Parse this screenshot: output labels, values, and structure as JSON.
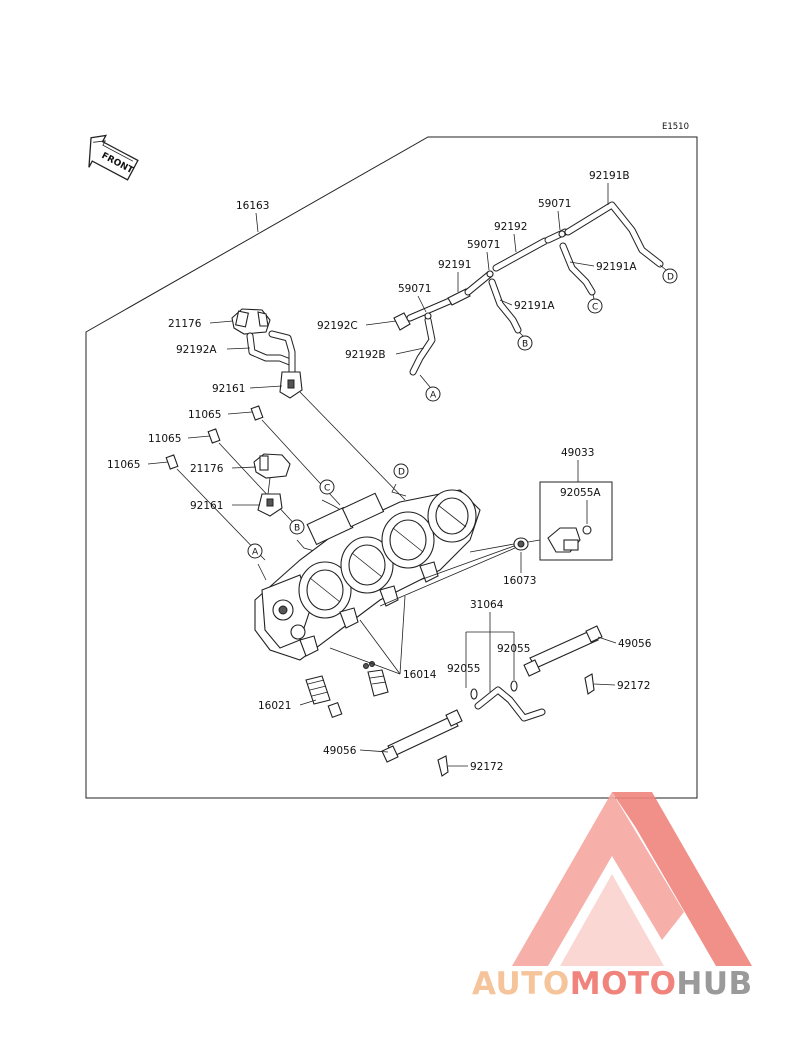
{
  "diagram": {
    "code": "E1510",
    "front_label": "FRONT",
    "parts": [
      {
        "id": "p16163",
        "label": "16163"
      },
      {
        "id": "p21176a",
        "label": "21176"
      },
      {
        "id": "p92192a",
        "label": "92192A"
      },
      {
        "id": "p92161a",
        "label": "92161"
      },
      {
        "id": "p92192c",
        "label": "92192C"
      },
      {
        "id": "p59071a",
        "label": "59071"
      },
      {
        "id": "p92192b",
        "label": "92192B"
      },
      {
        "id": "p92191",
        "label": "92191"
      },
      {
        "id": "p59071b",
        "label": "59071"
      },
      {
        "id": "p92192",
        "label": "92192"
      },
      {
        "id": "p59071c",
        "label": "59071"
      },
      {
        "id": "p92191b",
        "label": "92191B"
      },
      {
        "id": "p92191a1",
        "label": "92191A"
      },
      {
        "id": "p92191a2",
        "label": "92191A"
      },
      {
        "id": "p11065a",
        "label": "11065"
      },
      {
        "id": "p11065b",
        "label": "11065"
      },
      {
        "id": "p11065c",
        "label": "11065"
      },
      {
        "id": "p21176b",
        "label": "21176"
      },
      {
        "id": "p92161b",
        "label": "92161"
      },
      {
        "id": "p49033",
        "label": "49033"
      },
      {
        "id": "p92055a",
        "label": "92055A"
      },
      {
        "id": "p16073",
        "label": "16073"
      },
      {
        "id": "p31064",
        "label": "31064"
      },
      {
        "id": "p49056a",
        "label": "49056"
      },
      {
        "id": "p92055b",
        "label": "92055"
      },
      {
        "id": "p92055c",
        "label": "92055"
      },
      {
        "id": "p16014",
        "label": "16014"
      },
      {
        "id": "p92172a",
        "label": "92172"
      },
      {
        "id": "p16021",
        "label": "16021"
      },
      {
        "id": "p49056b",
        "label": "49056"
      },
      {
        "id": "p92172b",
        "label": "92172"
      }
    ],
    "refs": [
      {
        "id": "rA1",
        "label": "A"
      },
      {
        "id": "rB1",
        "label": "B"
      },
      {
        "id": "rC1",
        "label": "C"
      },
      {
        "id": "rD1",
        "label": "D"
      },
      {
        "id": "rA2",
        "label": "A"
      },
      {
        "id": "rB2",
        "label": "B"
      },
      {
        "id": "rC2",
        "label": "C"
      },
      {
        "id": "rD2",
        "label": "D"
      }
    ]
  },
  "watermark": {
    "part1": "AUTO",
    "part2": "MOTO",
    "part3": "HUB",
    "color_gold": "#f6c49a",
    "color_red": "#f0837c",
    "color_gray": "#9a9a9a"
  }
}
